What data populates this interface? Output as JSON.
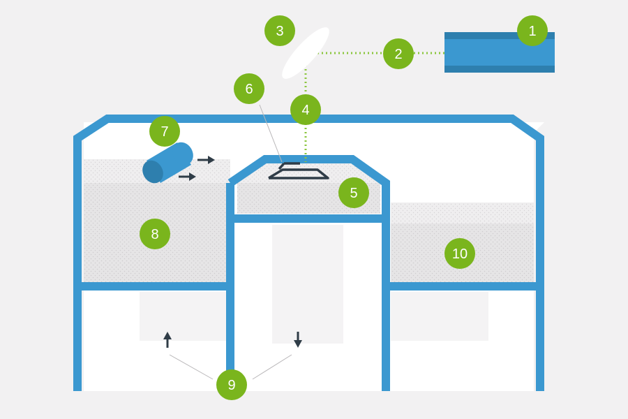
{
  "colors": {
    "background": "#f2f1f2",
    "frame": "#3b98d0",
    "frame_dark": "#2e7fae",
    "marker": "#7ab51d",
    "marker_text": "#ffffff",
    "laser_path": "#8cc63f",
    "part": "#2f3c47",
    "powder": "#e2e1e2",
    "chamber": "#ffffff"
  },
  "markers": {
    "m1": "1",
    "m2": "2",
    "m3": "3",
    "m4": "4",
    "m5": "5",
    "m6": "6",
    "m7": "7",
    "m8": "8",
    "m9": "9",
    "m10": "10"
  },
  "icons": {
    "roller": "roller-cylinder-icon",
    "right_arrows": "arrow-right-icon",
    "up_arrow": "arrow-up-icon",
    "down_arrow": "arrow-down-icon"
  }
}
